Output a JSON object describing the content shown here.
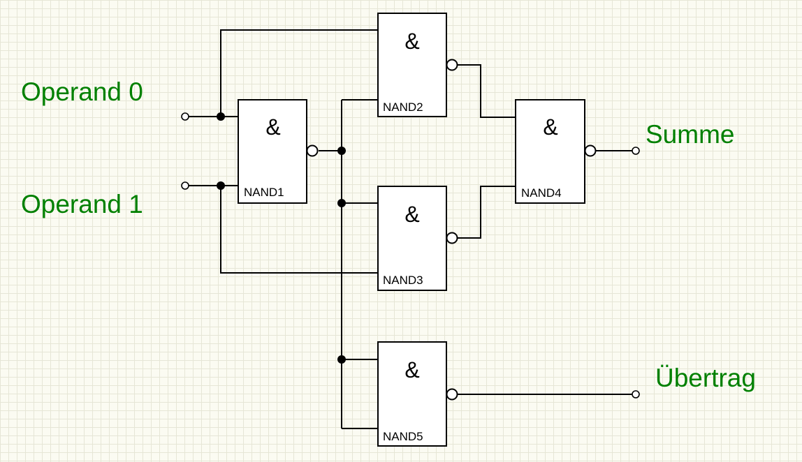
{
  "colors": {
    "label": "#008000",
    "wire": "#000000",
    "background": "#fbfbf2"
  },
  "gate_symbol": "&",
  "inputs": {
    "operand0": "Operand 0",
    "operand1": "Operand 1"
  },
  "outputs": {
    "summe": "Summe",
    "uebertrag": "Übertrag"
  },
  "gates": {
    "nand1": {
      "label": "NAND1"
    },
    "nand2": {
      "label": "NAND2"
    },
    "nand3": {
      "label": "NAND3"
    },
    "nand4": {
      "label": "NAND4"
    },
    "nand5": {
      "label": "NAND5"
    }
  }
}
